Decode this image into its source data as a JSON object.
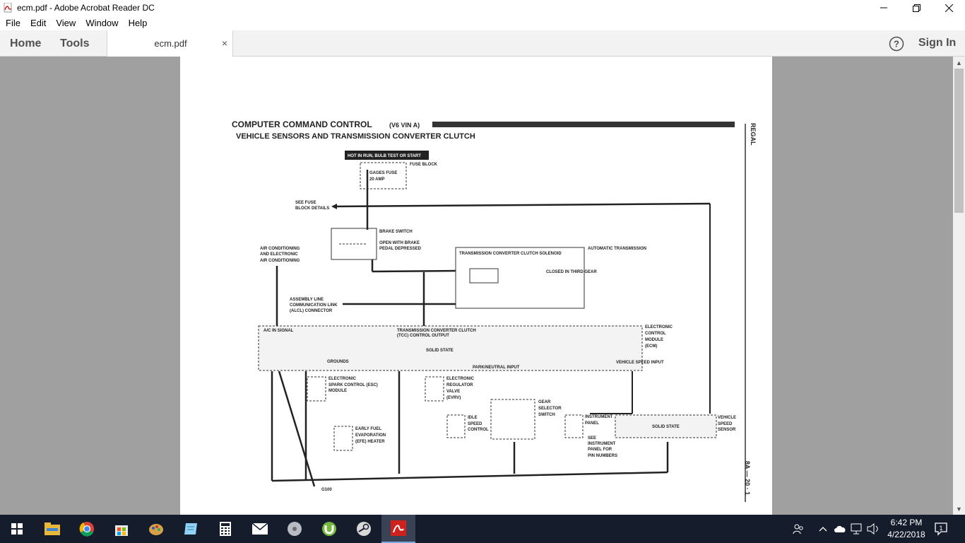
{
  "window": {
    "title": "ecm.pdf - Adobe Acrobat Reader DC"
  },
  "menu": [
    "File",
    "Edit",
    "View",
    "Window",
    "Help"
  ],
  "toolbar": {
    "home": "Home",
    "tools": "Tools",
    "doc_tab": "ecm.pdf",
    "close_glyph": "×",
    "sign_in": "Sign In"
  },
  "document": {
    "title": "COMPUTER COMMAND CONTROL",
    "title_suffix": "(V6 VIN A)",
    "subtitle": "VEHICLE SENSORS AND TRANSMISSION CONVERTER CLUTCH",
    "side_label": "REGAL",
    "page_number": "8A — 20 · 1",
    "hot_label": "HOT IN RUN,  BULB TEST OR START",
    "labels": {
      "gages_fuse": "GAGES FUSE",
      "amp": "20 AMP",
      "fuse_block": "FUSE BLOCK",
      "see_fuse": "SEE FUSE",
      "block_details": "BLOCK DETAILS",
      "brake_switch": "BRAKE SWITCH",
      "open_with_brake": "OPEN WITH BRAKE",
      "pedal_depressed": "PEDAL DEPRESSED",
      "ac1": "AIR CONDITIONING",
      "ac2": "AND ELECTRONIC",
      "ac3": "AIR CONDITIONING",
      "tcc_solenoid": "TRANSMISSION CONVERTER CLUTCH SOLENOID",
      "auto_trans": "AUTOMATIC TRANSMISSION",
      "closed_third": "CLOSED IN THIRD GEAR",
      "alcl1": "ASSEMBLY LINE",
      "alcl2": "COMMUNICATION LINK",
      "alcl3": "(ALCL) CONNECTOR",
      "ac_signal": "A/C IN SIGNAL",
      "tcc_output": "TRANSMISSION CONVERTER CLUTCH",
      "tcc_output2": "(TCC) CONTROL OUTPUT",
      "solid_state": "SOLID STATE",
      "grounds": "GROUNDS",
      "park_neutral": "PARK/NEUTRAL INPUT",
      "vss_input": "VEHICLE SPEED INPUT",
      "ecm1": "ELECTRONIC",
      "ecm2": "CONTROL",
      "ecm3": "MODULE",
      "ecm4": "(ECM)",
      "esc1": "ELECTRONIC",
      "esc2": "SPARK CONTROL (ESC)",
      "esc3": "MODULE",
      "evrv1": "ELECTRONIC",
      "evrv2": "REGULATOR",
      "evrv3": "VALVE",
      "evrv4": "(EVRV)",
      "gear1": "GEAR",
      "gear2": "SELECTOR",
      "gear3": "SWITCH",
      "efe1": "EARLY FUEL",
      "efe2": "EVAPORATION",
      "efe3": "(EFE) HEATER",
      "isc1": "IDLE",
      "isc2": "SPEED",
      "isc3": "CONTROL",
      "ip1": "INSTRUMENT",
      "ip2": "PANEL",
      "ip3": "SEE",
      "ip4": "INSTRUMENT",
      "ip5": "PANEL FOR",
      "ip6": "PIN NUMBERS",
      "vss1": "VEHICLE",
      "vss2": "SPEED",
      "vss3": "SENSOR",
      "ground": "G100"
    }
  },
  "taskbar": {
    "time": "6:42 PM",
    "date": "4/22/2018",
    "icons": [
      "windows-start",
      "file-explorer",
      "chrome",
      "store",
      "app-paint",
      "notepad",
      "calculator",
      "mail",
      "disk",
      "utorrent",
      "steam",
      "acrobat-reader"
    ]
  },
  "colors": {
    "viewer_bg": "#a0a0a0",
    "taskbar_bg": "#151c2c",
    "acrobat_red": "#d0211c"
  }
}
